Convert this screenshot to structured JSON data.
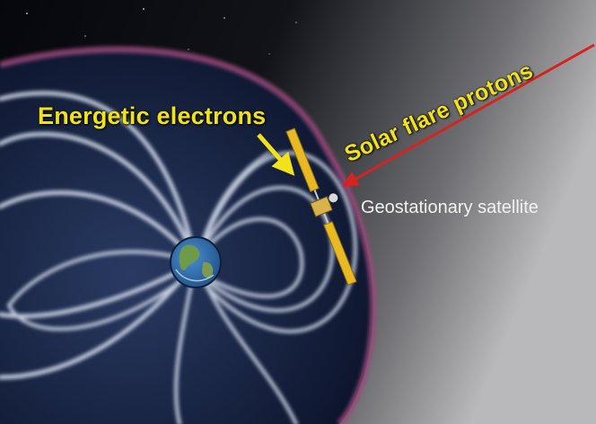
{
  "labels": {
    "energetic_electrons": "Energetic electrons",
    "solar_flare_protons": "Solar flare protons",
    "geostationary_satellite": "Geostationary satellite"
  },
  "colors": {
    "label_yellow": "#f2e21c",
    "proton_arrow_red": "#d7231f",
    "electron_arrow_yellow": "#f2e21c",
    "magnetosphere_boundary": "#9a4a7a",
    "field_lines": "#dfe7f7",
    "earth_ocean": "#2f6fae",
    "satellite_panel": "#e9b923"
  },
  "icons": {
    "earth": "earth-globe-icon",
    "satellite": "satellite-icon"
  }
}
